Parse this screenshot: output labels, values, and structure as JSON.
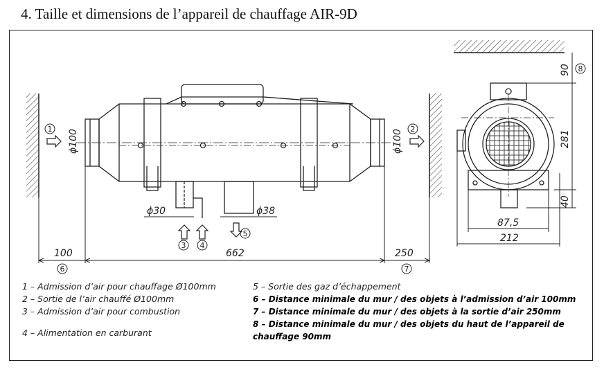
{
  "title": "4.  Taille et dimensions de l’appareil de chauffage AIR-9D",
  "dimensions": {
    "d100_left": "ϕ100",
    "d100_right": "ϕ100",
    "d30": "ϕ30",
    "d38": "ϕ38",
    "dist_100": "100",
    "dist_662": "662",
    "dist_250": "250",
    "h90": "90",
    "h281": "281",
    "h40": "40",
    "w87": "87,5",
    "w212": "212"
  },
  "markers": [
    "1",
    "2",
    "3",
    "4",
    "5",
    "6",
    "7",
    "8"
  ],
  "legend": {
    "item1": "1 – Admission d’air pour chauffage Ø100mm",
    "item2": "2 – Sortie de l’air chauffé Ø100mm",
    "item3": "3 – Admission d’air pour combustion",
    "item4": "4 – Alimentation en carburant",
    "item5": "5 – Sortie des gaz d’échappement",
    "item6": "6 – Distance minimale du mur / des objets à l’admission d’air 100mm",
    "item7": "7 – Distance minimale du mur / des objets à la sortie d’air 250mm",
    "item8": "8 – Distance minimale du mur / des objets du haut de l’appareil de chauffage 90mm"
  }
}
